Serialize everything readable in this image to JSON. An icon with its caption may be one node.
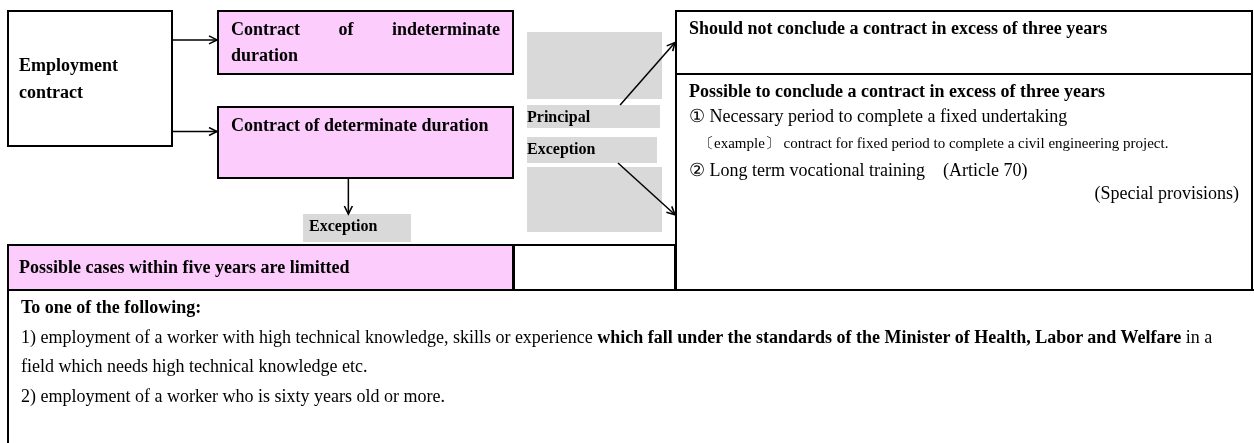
{
  "diagram": {
    "nodes": [
      {
        "text": [
          "Employment contract"
        ]
      },
      {
        "text": [
          "Contract of indeterminate duration"
        ]
      },
      {
        "text": [
          "Contract of determinate duration"
        ]
      },
      {
        "text": [
          "Exception"
        ]
      },
      {
        "text": [
          "Principal"
        ]
      },
      {
        "text": [
          "Exception"
        ]
      },
      {
        "text": [
          "Should not conclude a contract in excess of three years"
        ]
      },
      {
        "text": [
          "Possible to conclude a contract in excess of three years",
          "① Necessary period to complete a fixed undertaking",
          "〔example〕 contract for fixed period to complete a civil engineering project.",
          "② Long term vocational training　(Article 70)",
          "(Special provisions)"
        ]
      },
      {
        "text": [
          "Possible cases within five years are limitted"
        ]
      },
      {
        "text": [
          "To one of the following:",
          "1) employment of a worker with high technical knowledge, skills or experience **which fall under the standards of the Minister of Health, Labor and Welfare** in a field which needs high technical knowledge etc.",
          "2) employment of a worker who is sixty years old or more."
        ]
      }
    ],
    "edges": [
      {
        "from": 0,
        "to": 1,
        "arrow": "to"
      },
      {
        "from": 0,
        "to": 2,
        "arrow": "to"
      },
      {
        "from": 2,
        "to": 3,
        "arrow": "to"
      },
      {
        "from": 4,
        "to": 6,
        "arrow": "to"
      },
      {
        "from": 5,
        "to": 7,
        "arrow": "to"
      }
    ]
  }
}
